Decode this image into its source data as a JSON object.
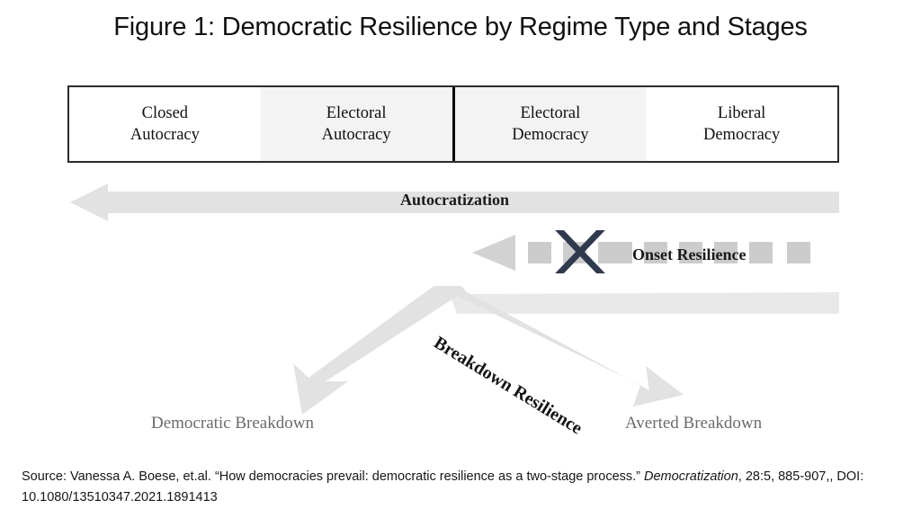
{
  "figure": {
    "title": "Figure 1: Democratic Resilience by Regime Type and Stages"
  },
  "regime_spectrum": {
    "cells": [
      {
        "line1": "Closed",
        "line2": "Autocracy",
        "shaded": false
      },
      {
        "line1": "Electoral",
        "line2": "Autocracy",
        "shaded": true
      },
      {
        "line1": "Electoral",
        "line2": "Democracy",
        "shaded": true
      },
      {
        "line1": "Liberal",
        "line2": "Democracy",
        "shaded": false
      }
    ]
  },
  "arrows": {
    "autocratization_label": "Autocratization",
    "onset_resilience_label": "Onset Resilience",
    "breakdown_resilience_label": "Breakdown Resilience",
    "democratic_breakdown_label": "Democratic Breakdown",
    "averted_breakdown_label": "Averted Breakdown"
  },
  "colors": {
    "arrow_gray": "#e2e2e2",
    "dash_gray": "#cccccc",
    "cross_navy": "#2f3b4c",
    "box_border": "#2b2b2b",
    "box_shade": "#f3f3f3",
    "endpoint_text": "#6b6b6b"
  },
  "source": {
    "line1_pre": "Source: Vanessa A. Boese, et.al. “How democracies prevail: democratic resilience as a two-stage process.” ",
    "line1_italic": "Democratization",
    "line1_post": ",",
    "line2": "28:5, 885-907,, DOI: 10.1080/13510347.2021.1891413"
  }
}
